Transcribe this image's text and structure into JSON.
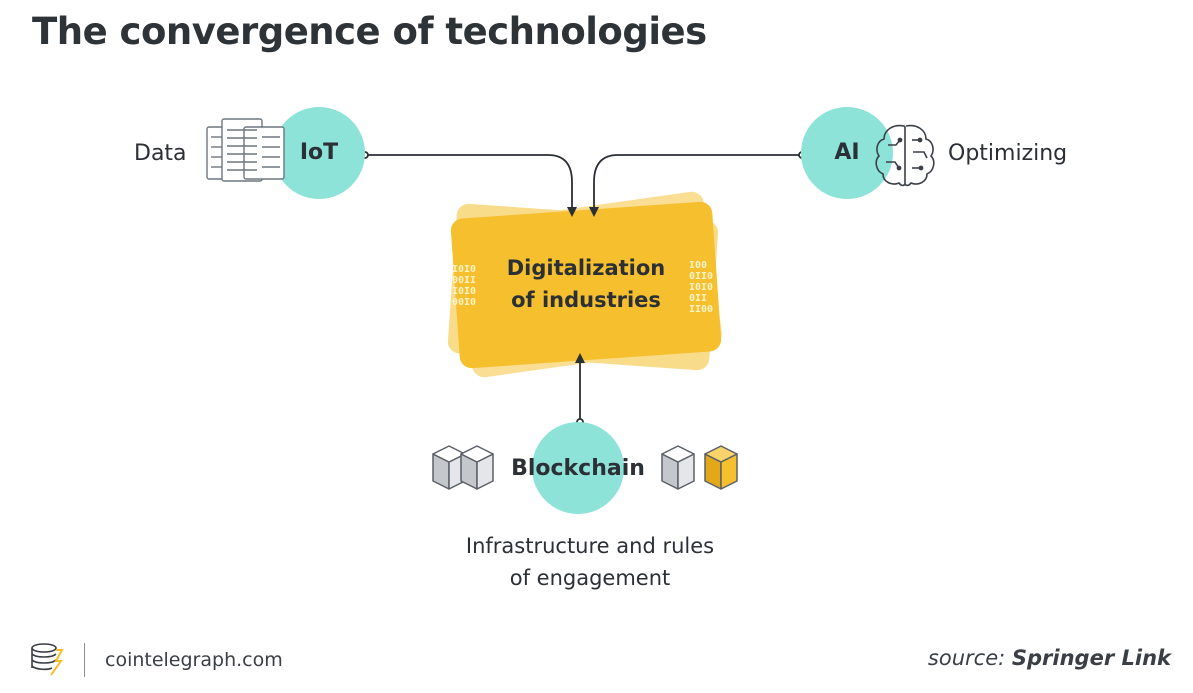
{
  "title": "The convergence of technologies",
  "nodes": {
    "iot": {
      "label": "IoT",
      "side_label": "Data"
    },
    "ai": {
      "label": "AI",
      "side_label": "Optimizing"
    },
    "blockchain": {
      "label": "Blockchain",
      "caption_line1": "Infrastructure and rules",
      "caption_line2": "of engagement"
    },
    "center": {
      "line1": "Digitalization",
      "line2": "of industries"
    }
  },
  "colors": {
    "circle": "#8de3d8",
    "card": "#f5bf2e",
    "card_back": "#f8d880",
    "line": "#2b2f36",
    "cube_gold": "#f5bf2e"
  },
  "icons": [
    "server-rack-icon",
    "brain-icon",
    "cube-icon",
    "cointelegraph-logo-icon"
  ],
  "footer": {
    "site": "cointelegraph.com",
    "source_prefix": "source:",
    "source_name": "Springer Link"
  }
}
